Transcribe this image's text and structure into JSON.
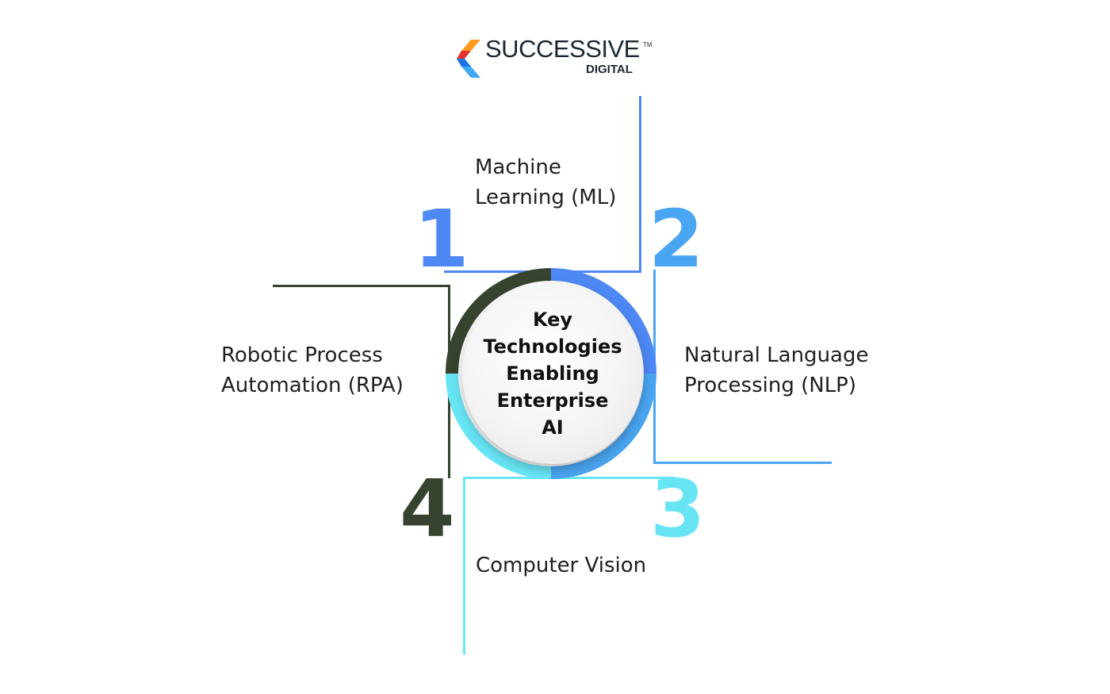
{
  "logo": {
    "brand": "SUCCESSIVE",
    "trademark": "TM",
    "sub": "DIGITAL",
    "colors": [
      "#ff9a1f",
      "#e5322d",
      "#1a73e8",
      "#3fa9f5"
    ]
  },
  "center": {
    "lines": [
      "Key",
      "Technologies",
      "Enabling",
      "Enterprise",
      "AI"
    ]
  },
  "items": [
    {
      "number": "1",
      "lines": [
        "Machine",
        "Learning (ML)"
      ],
      "color": "#4d88f5"
    },
    {
      "number": "2",
      "lines": [
        "Natural Language",
        "Processing (NLP)"
      ],
      "color": "#4aa6f2"
    },
    {
      "number": "3",
      "lines": [
        "Computer Vision"
      ],
      "color": "#68e5f5"
    },
    {
      "number": "4",
      "lines": [
        "Robotic Process",
        "Automation (RPA)"
      ],
      "color": "#36432e"
    }
  ]
}
